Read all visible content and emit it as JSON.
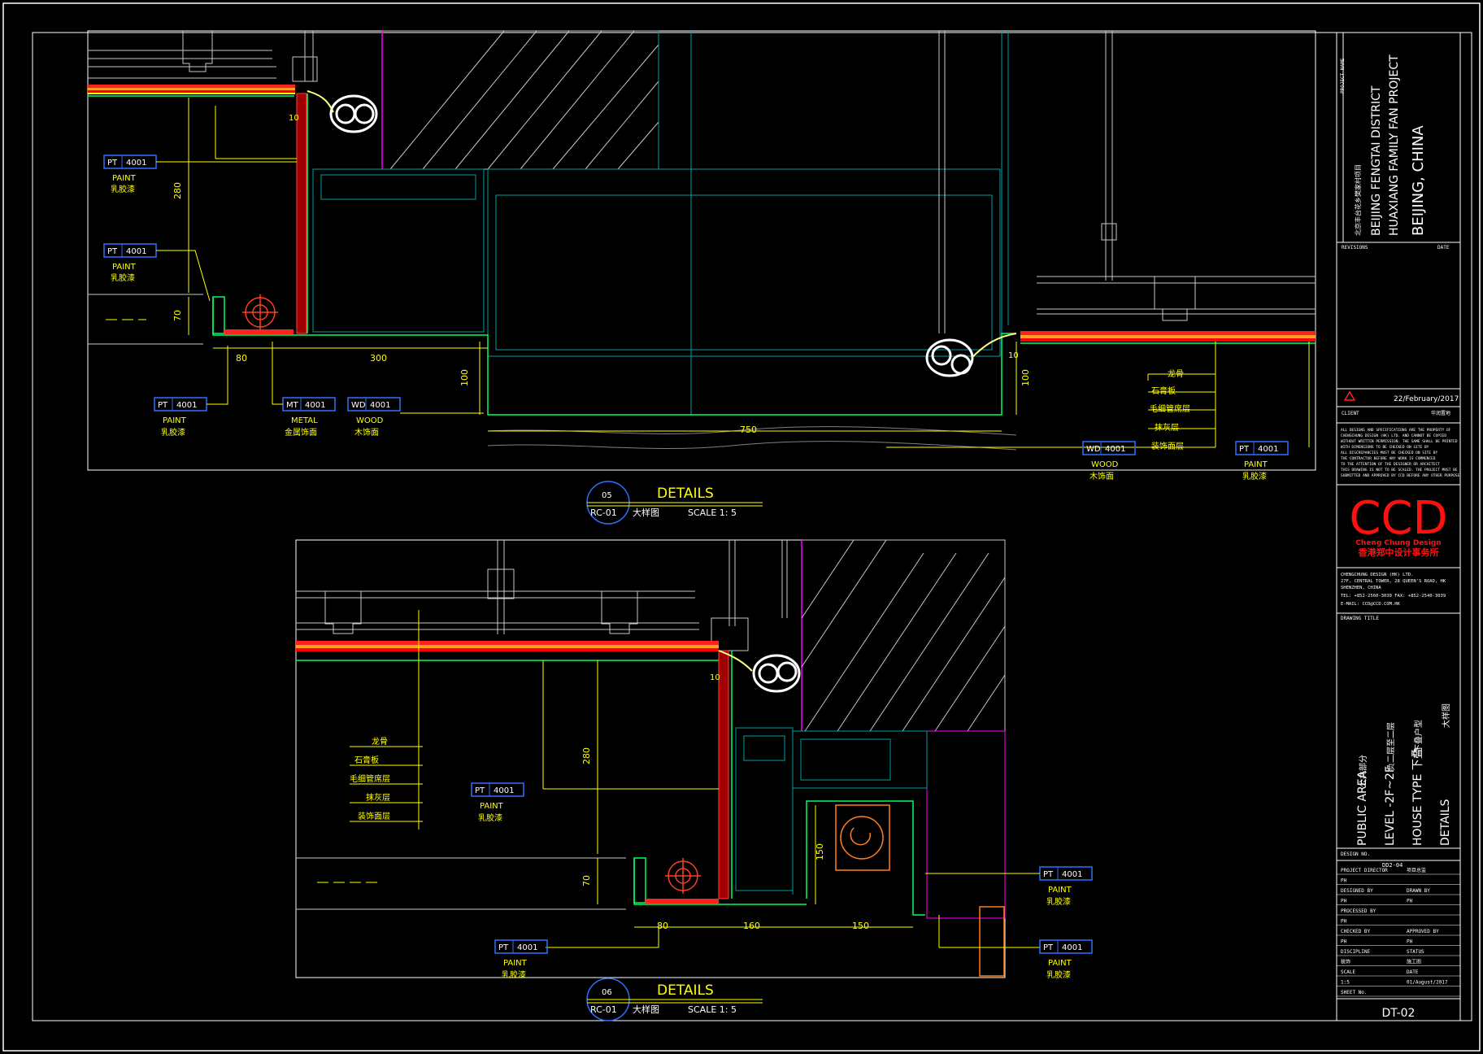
{
  "project": {
    "name_cn": "北京丰台花乡樊家村项目",
    "line1": "BEIJING FENGTAI DISTRICT",
    "line2": "HUAXIANG FAMILY FAN PROJECT",
    "line3": "BEIJING, CHINA",
    "label": "PROJECT NAME"
  },
  "revisions": {
    "label": "REVISIONS",
    "date_label": "DATE",
    "date": "22/February/2017"
  },
  "client": {
    "label": "CLIENT",
    "value": "华润置地"
  },
  "notice": [
    "ALL DESIGNS AND SPECIFICATIONS ARE THE PROPERTY OF",
    "CHENGCHUNG DESIGN (HK) LTD. AND CANNOT BE COPIED",
    "WITHOUT WRITTEN PERMISSION. THE SAME SHALL BE PRINTED",
    "WITH DIMENSIONS TO BE CHECKED ON SITE BY",
    "ALL DISCREPANCIES MUST BE CHECKED ON SITE BY",
    "THE CONTRACTOR BEFORE ANY WORK IS COMMENCED",
    "TO THE ATTENTION OF THE DESIGNER OR ARCHITECT",
    "THIS DRAWING IS NOT TO BE SCALED. THE PROJECT MUST BE",
    "SUBMITTED AND APPROVED BY CCD BEFORE ANY OTHER PURPOSE"
  ],
  "logo": {
    "text": "CCD",
    "sub_en": "Cheng Chung Design",
    "sub_cn": "香港郑中设计事务所"
  },
  "company": [
    "CHENGCHUNG DESIGN (HK) LTD.",
    "27F, CENTRAL TOWER, 28 QUEEN'S ROAD, HK",
    "SHENZHEN, CHINA",
    "TEL: +852-2560-3030    FAX: +852-2540-3039",
    "E-MAIL: CCD@CCD.COM.HK"
  ],
  "drawing_title_label": "DRAWING TITLE",
  "vertical_titles": [
    {
      "en": "PUBLIC AREA",
      "cn": "公共部分"
    },
    {
      "en": "LEVEL  -2F~2F",
      "cn": "负二层至二层"
    },
    {
      "en": "HOUSE TYPE 下叠",
      "cn": "下叠户型"
    },
    {
      "en": "DETAILS",
      "cn": "大样图"
    }
  ],
  "design_no": {
    "label": "DESIGN NO.",
    "value": "DD2-04"
  },
  "rows": [
    {
      "a": "PROJECT DIRECTOR",
      "b": "项目总监"
    },
    {
      "a": "PH",
      "b": ""
    },
    {
      "a": "DESIGNED BY",
      "b": "DRAWN BY"
    },
    {
      "a": "PH",
      "b": "PH"
    },
    {
      "a": "PROCESSED BY",
      "b": ""
    },
    {
      "a": "PH",
      "b": ""
    },
    {
      "a": "CHECKED BY",
      "b": "APPROVED BY"
    },
    {
      "a": "PH",
      "b": "PH"
    },
    {
      "a": "DISCIPLINE",
      "b": "STATUS"
    },
    {
      "a": "装饰",
      "b": "施工图"
    },
    {
      "a": "SCALE",
      "b": "DATE"
    },
    {
      "a": "1:5",
      "b": "01/August/2017"
    },
    {
      "a": "SHEET No.",
      "b": ""
    }
  ],
  "sheet_no": "DT-02",
  "detail1": {
    "num": "05",
    "ref": "RC-01",
    "title": "DETAILS",
    "cn": "大样图",
    "scale": "SCALE   1:   5"
  },
  "detail2": {
    "num": "06",
    "ref": "RC-01",
    "title": "DETAILS",
    "cn": "大样图",
    "scale": "SCALE   1:   5"
  },
  "tags": {
    "pt": "PT",
    "mt": "MT",
    "wd": "WD",
    "code": "4001",
    "paint": "PAINT",
    "paint_cn": "乳胶漆",
    "metal": "METAL",
    "metal_cn": "金属饰面",
    "wood": "WOOD",
    "wood_cn": "木饰面"
  },
  "layers": [
    "龙骨",
    "石膏板",
    "毛细管席层",
    "抹灰层",
    "装饰面层"
  ],
  "dims1": {
    "h280": "280",
    "h70": "70",
    "w80": "80",
    "w300": "300",
    "h100a": "100",
    "w750": "750",
    "h100b": "100",
    "d10a": "10",
    "d10b": "10"
  },
  "dims2": {
    "h280": "280",
    "h70": "70",
    "w80": "80",
    "w160": "160",
    "w150": "150",
    "h150": "150",
    "d10": "10"
  }
}
